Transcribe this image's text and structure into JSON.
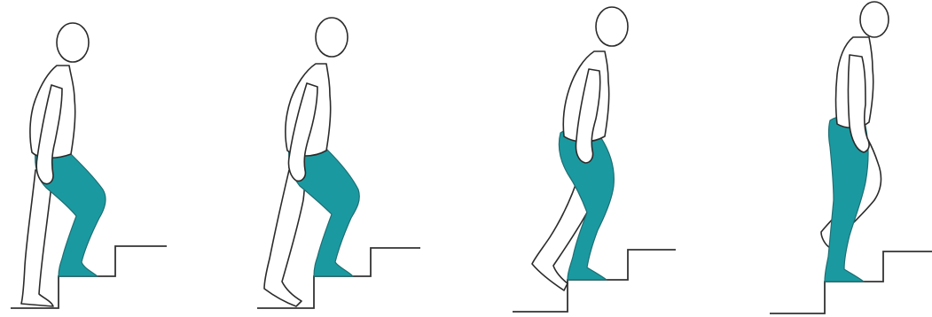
{
  "figure": {
    "panels": [
      {
        "phase": 1,
        "highlight": "stance-leg-on-step"
      },
      {
        "phase": 2,
        "highlight": "stance-leg-on-step"
      },
      {
        "phase": 3,
        "highlight": "stance-leg-on-step"
      },
      {
        "phase": 4,
        "highlight": "stance-leg-on-step"
      }
    ],
    "colors": {
      "highlight_leg": "#1a9aa0",
      "figure_fill": "#ffffff",
      "outline": "#2b2b2b",
      "stairs": "#333333",
      "background": "#ffffff"
    }
  }
}
